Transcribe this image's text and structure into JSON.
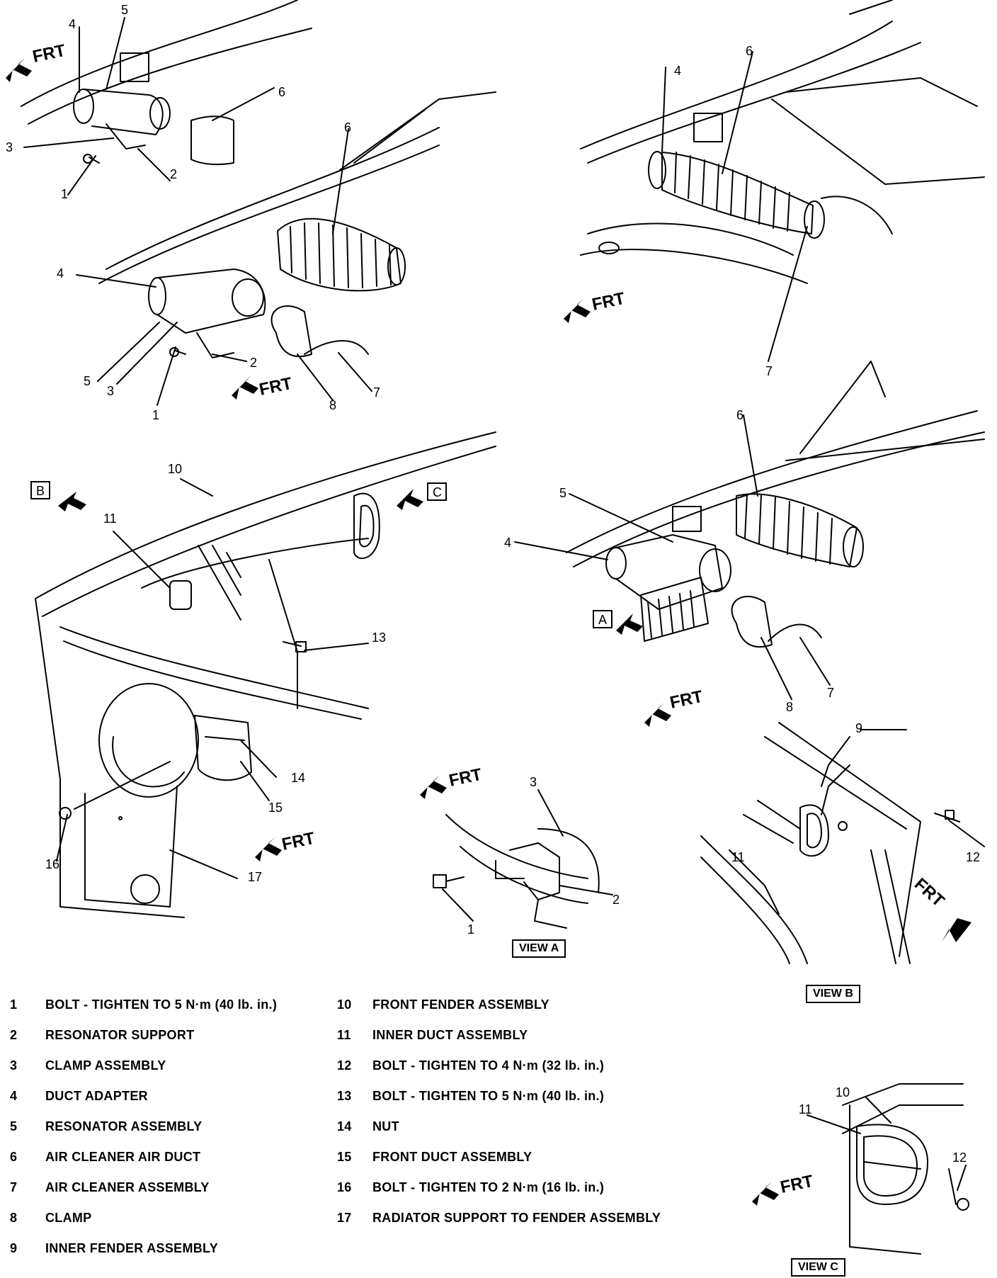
{
  "callouts": [
    "1",
    "2",
    "3",
    "4",
    "5",
    "6",
    "7",
    "8",
    "9",
    "10",
    "11",
    "12",
    "13",
    "14",
    "15",
    "16",
    "17"
  ],
  "frt": "FRT",
  "view_labels": {
    "a": "VIEW A",
    "b": "VIEW B",
    "c": "VIEW C"
  },
  "ref_letters": {
    "a": "A",
    "b": "B",
    "c": "C"
  },
  "legend": [
    {
      "num": "1",
      "text": "BOLT - TIGHTEN TO 5 N·m (40 lb. in.)"
    },
    {
      "num": "2",
      "text": "RESONATOR SUPPORT"
    },
    {
      "num": "3",
      "text": "CLAMP ASSEMBLY"
    },
    {
      "num": "4",
      "text": "DUCT ADAPTER"
    },
    {
      "num": "5",
      "text": "RESONATOR ASSEMBLY"
    },
    {
      "num": "6",
      "text": "AIR CLEANER AIR DUCT"
    },
    {
      "num": "7",
      "text": "AIR CLEANER ASSEMBLY"
    },
    {
      "num": "8",
      "text": "CLAMP"
    },
    {
      "num": "9",
      "text": "INNER FENDER ASSEMBLY"
    },
    {
      "num": "10",
      "text": "FRONT FENDER ASSEMBLY"
    },
    {
      "num": "11",
      "text": "INNER DUCT ASSEMBLY"
    },
    {
      "num": "12",
      "text": "BOLT - TIGHTEN TO 4 N·m (32 lb. in.)"
    },
    {
      "num": "13",
      "text": "BOLT - TIGHTEN TO 5 N·m (40 lb. in.)"
    },
    {
      "num": "14",
      "text": "NUT"
    },
    {
      "num": "15",
      "text": "FRONT DUCT ASSEMBLY"
    },
    {
      "num": "16",
      "text": "BOLT - TIGHTEN TO 2 N·m (16 lb. in.)"
    },
    {
      "num": "17",
      "text": "RADIATOR SUPPORT TO FENDER ASSEMBLY"
    }
  ]
}
